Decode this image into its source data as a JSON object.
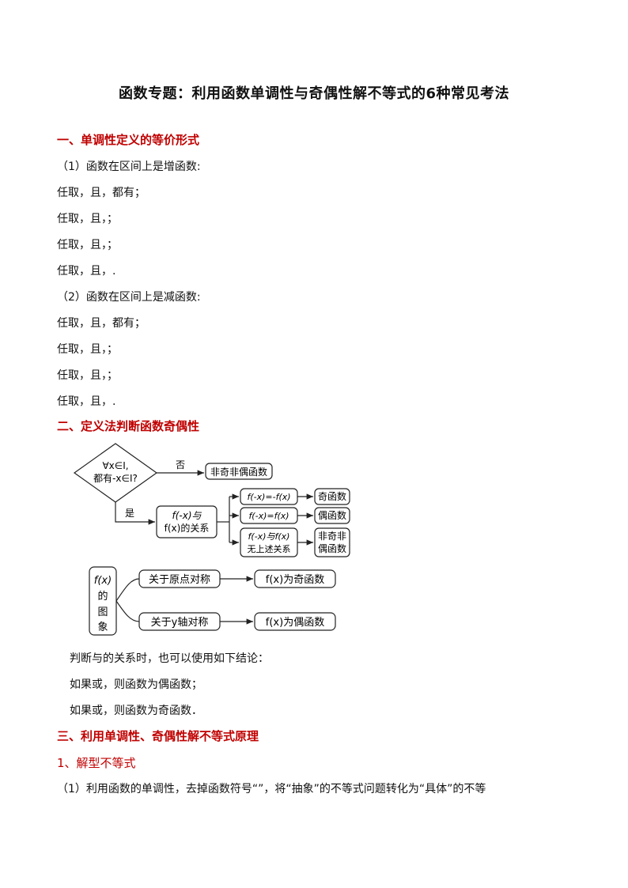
{
  "title": "函数专题：利用函数单调性与奇偶性解不等式的6种常见考法",
  "section1": {
    "heading": "一、单调性定义的等价形式",
    "inc_intro": "（1）函数在区间上是增函数:",
    "inc_lines": [
      "任取，且，都有；",
      "任取，且，；",
      "任取，且，；",
      "任取，且，."
    ],
    "dec_intro": "（2）函数在区间上是减函数:",
    "dec_lines": [
      "任取，且，都有；",
      "任取，且，；",
      "任取，且，；",
      "任取，且，."
    ]
  },
  "section2": {
    "heading": "二、定义法判断函数奇偶性",
    "flow": {
      "diamond_line1": "∀x∈I,",
      "diamond_line2": "都有-x∈I?",
      "no_label": "否",
      "yes_label": "是",
      "neither_box": "非奇非偶函数",
      "relation_line1": "f(-x)与",
      "relation_line2": "f(x)的关系",
      "cond_odd": "f(-x)=-f(x)",
      "cond_even": "f(-x)=f(x)",
      "cond_none_line1": "f(-x)与f(x)",
      "cond_none_line2": "无上述关系",
      "res_odd": "奇函数",
      "res_even": "偶函数",
      "res_none_line1": "非奇非",
      "res_none_line2": "偶函数"
    },
    "graph": {
      "left_lines": [
        "f(x)",
        "的",
        "图",
        "象"
      ],
      "sym_origin": "关于原点对称",
      "sym_y": "关于y轴对称",
      "res_odd": "f(x)为奇函数",
      "res_even": "f(x)为偶函数"
    },
    "note_lines": [
      "判断与的关系时，也可以使用如下结论：",
      "如果或，则函数为偶函数；",
      "如果或，则函数为奇函数．"
    ]
  },
  "section3": {
    "heading": "三、利用单调性、奇偶性解不等式原理",
    "sub1": "1、解型不等式",
    "para1": "（1）利用函数的单调性，去掉函数符号“”，将“抽象”的不等式问题转化为“具体”的不等"
  }
}
